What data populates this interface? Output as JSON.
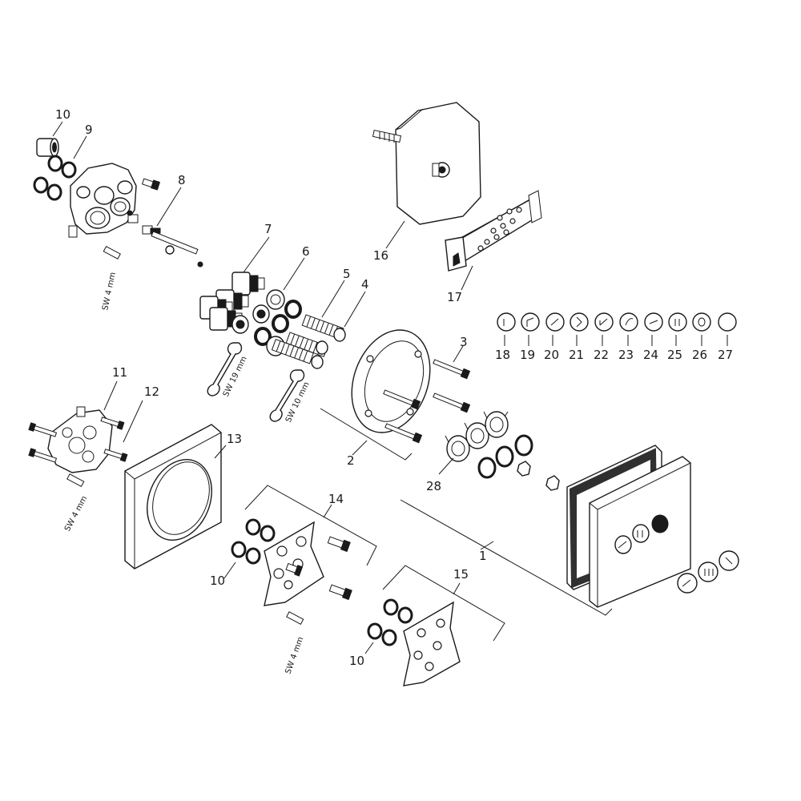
{
  "part_labels": {
    "p1": "1",
    "p2": "2",
    "p3": "3",
    "p4": "4",
    "p5": "5",
    "p6": "6",
    "p7": "7",
    "p8": "8",
    "p9": "9",
    "p10": "10",
    "p11": "11",
    "p12": "12",
    "p13": "13",
    "p14": "14",
    "p15": "15",
    "p16": "16",
    "p17": "17",
    "p18": "18",
    "p19": "19",
    "p20": "20",
    "p21": "21",
    "p22": "22",
    "p23": "23",
    "p24": "24",
    "p25": "25",
    "p26": "26",
    "p27": "27",
    "p28": "28"
  },
  "tool_labels": {
    "sw4": "SW 4 mm",
    "sw19": "SW 19 mm",
    "sw10": "SW 10 mm"
  }
}
